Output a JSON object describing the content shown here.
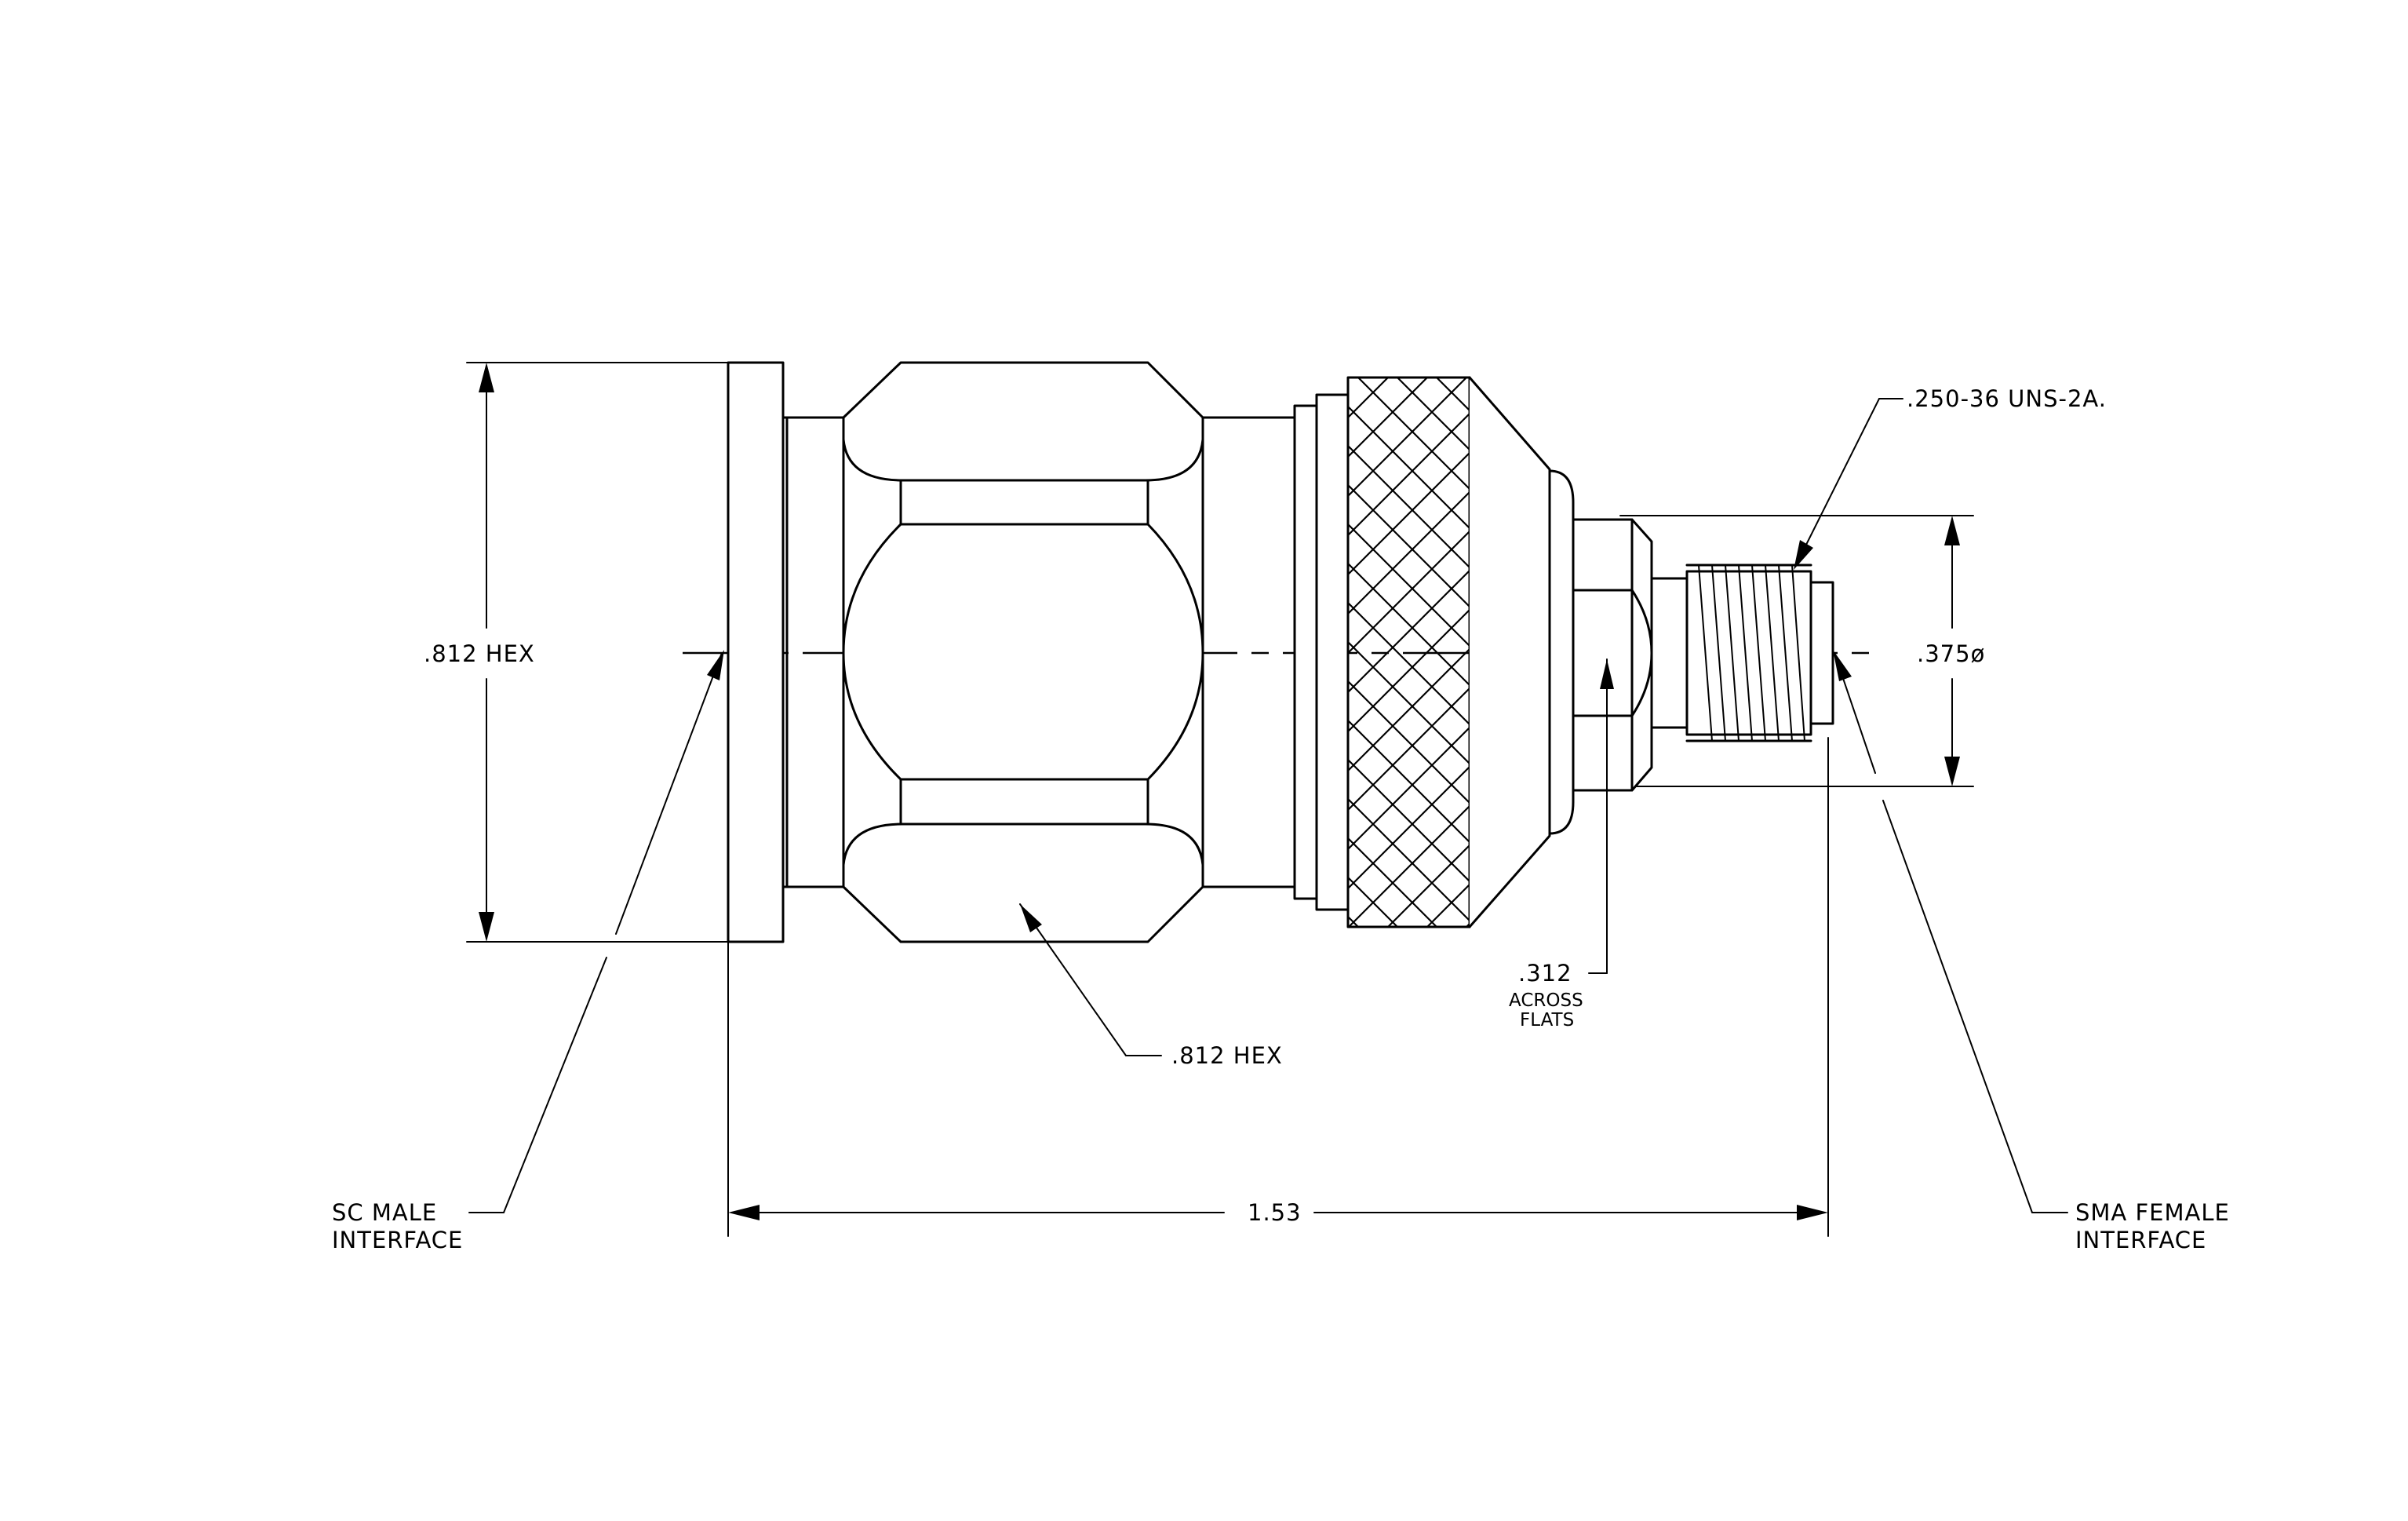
{
  "labels": {
    "hex_left": ".812  HEX",
    "hex_bottom": ".812  HEX",
    "thread": ".250-36  UNS-2A.",
    "diameter": ".375ø",
    "flats_value": ".312",
    "flats_line1": "ACROSS",
    "flats_line2": "FLATS",
    "sc_line1": "SC  MALE",
    "sc_line2": "INTERFACE",
    "sma_line1": "SMA  FEMALE",
    "sma_line2": "INTERFACE",
    "length": "1.53"
  },
  "colors": {
    "line": "#000000",
    "background": "#ffffff"
  }
}
